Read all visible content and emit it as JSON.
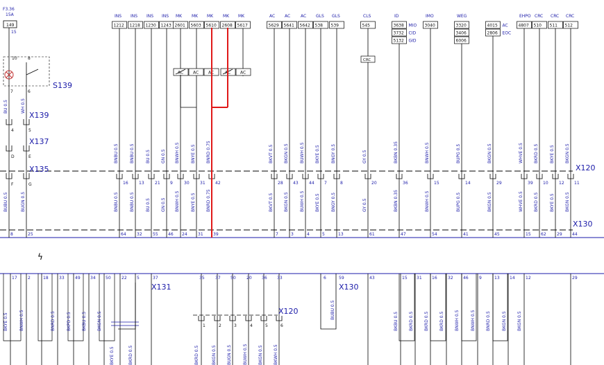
{
  "fuse": {
    "line1": "F3.36",
    "line2": "15A",
    "box": "149",
    "pin": "15"
  },
  "switch": {
    "label": "S139",
    "pins": [
      "10",
      "8",
      "7",
      "6"
    ]
  },
  "left_connectors": [
    {
      "label": "X139",
      "pins": [
        "4",
        "5"
      ]
    },
    {
      "label": "X137",
      "pins": [
        "D",
        "E"
      ]
    },
    {
      "label": "X135",
      "pins": [
        "F",
        "G"
      ]
    }
  ],
  "left_wires": {
    "top": [
      "BU 0.5",
      "WH 0.5"
    ],
    "bottom": [
      "BUBU 0.5",
      "BUGN 0.5"
    ],
    "bottom_pins": [
      "8",
      "25"
    ]
  },
  "signals": [
    {
      "cat": "INS",
      "code": "1212",
      "wire_top": "BNBU 0.5",
      "x120_pin": "16",
      "wire_bot": "BNBU 0.5",
      "x130_pin": "64"
    },
    {
      "cat": "INS",
      "code": "1218",
      "wire_top": "BNBU 0.5",
      "x120_pin": "13",
      "wire_bot": "BNBU 0.5",
      "x130_pin": "32"
    },
    {
      "cat": "INS",
      "code": "1230",
      "wire_top": "BU 0.5",
      "x120_pin": "21",
      "wire_bot": "BU 0.5",
      "x130_pin": "55"
    },
    {
      "cat": "INS",
      "code": "1243",
      "wire_top": "GN 0.5",
      "x120_pin": "9",
      "wire_bot": "GN 0.5",
      "x130_pin": "46"
    },
    {
      "cat": "MK",
      "code": "2601",
      "wire_top": "BNWH 0.5",
      "x120_pin": "30",
      "wire_bot": "BNWH 0.5",
      "x130_pin": "24"
    },
    {
      "cat": "MK",
      "code": "5603",
      "wire_top": "BNYE 0.5",
      "x120_pin": "31",
      "wire_bot": "BNYE 0.5",
      "x130_pin": "31"
    },
    {
      "cat": "MK",
      "code": "5610",
      "wire_top": "BNRD 0.75",
      "x120_pin": "42",
      "wire_bot": "BNRD 0.75",
      "x130_pin": "39"
    },
    {
      "cat": "MK",
      "code": "2608"
    },
    {
      "cat": "MK",
      "code": "5617"
    },
    {
      "cat": "AC",
      "code": "5629",
      "wire_top": "BKVT 0.5",
      "x120_pin": "28",
      "wire_bot": "BKVT 0.5",
      "x130_pin": "7"
    },
    {
      "cat": "AC",
      "code": "5641",
      "wire_top": "BKGN 0.5",
      "x120_pin": "43",
      "wire_bot": "BKGN 0.5",
      "x130_pin": "3"
    },
    {
      "cat": "AC",
      "code": "5642",
      "wire_top": "BUWH 0.5",
      "x120_pin": "44",
      "wire_bot": "BUWH 0.5",
      "x130_pin": "4"
    },
    {
      "cat": "GLS",
      "code": "538",
      "wire_top": "BKYE 0.5",
      "x120_pin": "7",
      "wire_bot": "BKYE 0.5",
      "x130_pin": "5"
    },
    {
      "cat": "GLS",
      "code": "539",
      "wire_top": "BNGY 0.5",
      "x120_pin": "8",
      "wire_bot": "BNGY 0.5",
      "x130_pin": "13"
    },
    {
      "cat": "CLS",
      "code": "545",
      "wire_top": "GY 0.5",
      "x120_pin": "20",
      "wire_bot": "GY 0.5",
      "x130_pin": "61"
    },
    {
      "cat": "ID",
      "codes": [
        "3638",
        "3732",
        "5132"
      ],
      "side": [
        "MIO",
        "CID",
        "GID"
      ],
      "wire_top": "BKBN 0.35",
      "x120_pin": "36",
      "wire_bot": "BKBN 0.35",
      "x130_pin": "47"
    },
    {
      "cat": "IMO",
      "code": "3040",
      "wire_top": "BNWH 0.5",
      "x120_pin": "15",
      "wire_bot": "BNWH 0.5",
      "x130_pin": "54"
    },
    {
      "cat": "WEG",
      "codes": [
        "3320",
        "3406",
        "6006"
      ],
      "wire_top": "BUPG 0.5",
      "x120_pin": "14",
      "wire_bot": "BUPG 0.5",
      "x130_pin": "41"
    },
    {
      "cat": "",
      "codes": [
        "4015",
        "2806"
      ],
      "side": [
        "AC",
        "EOC"
      ],
      "wire_top": "BKGN 0.5",
      "x120_pin": "29",
      "wire_bot": "BKGN 0.5",
      "x130_pin": "45"
    },
    {
      "cat": "EHPO",
      "code": "4807",
      "wire_top": "WHVE 0.5",
      "x120_pin": "39",
      "wire_bot": "WHVE 0.5",
      "x130_pin": "15"
    },
    {
      "cat": "CRC",
      "code": "510",
      "wire_top": "BKRD 0.5",
      "x120_pin": "10",
      "wire_bot": "BKRD 0.5",
      "x130_pin": "62"
    },
    {
      "cat": "CRC",
      "code": "511",
      "wire_top": "BKYE 0.5",
      "x120_pin": "12",
      "wire_bot": "BKYE 0.5",
      "x130_pin": "29"
    },
    {
      "cat": "CRC",
      "code": "512",
      "wire_top": "BKGN 0.5",
      "x120_pin": "11",
      "wire_bot": "BKGN 0.5",
      "x130_pin": "44"
    }
  ],
  "ac_relays": [
    "AC",
    "AC",
    "AC",
    "AC",
    "AC"
  ],
  "crc_box": "CRC",
  "connector_labels": {
    "x120": "X120",
    "x130": "X130",
    "x131": "X131",
    "x130b": "X130",
    "x120b": "X120"
  },
  "lower": {
    "x131_pins": [
      "17",
      "2",
      "18",
      "33",
      "49",
      "34",
      "50",
      "22",
      "5",
      "37"
    ],
    "x131_wires": [
      "BKYE 0.5",
      "BNWH 0.5",
      "BNRD 0.5",
      "BKPD 0.5",
      "BKBU 0.5",
      "BKGN 0.5"
    ],
    "mid_pins": [
      "35",
      "37",
      "50",
      "20",
      "36",
      "33"
    ],
    "x120b_pins": [
      "1",
      "2",
      "3",
      "4",
      "5",
      "6"
    ],
    "mid_wires": [
      "BKRD 0.5",
      "BKGN 0.5",
      "BUGN 0.5",
      "BUWH 0.5",
      "BKGN 0.5",
      "BKWH 0.5"
    ],
    "cross_wires": [
      "BKYE 0.5",
      "BKRD 0.5"
    ],
    "x130b_pins": [
      "6",
      "59",
      "43"
    ],
    "x130b_wire": "BUBU 0.5",
    "right_pins": [
      "15",
      "31",
      "16",
      "32",
      "46",
      "9",
      "13",
      "14",
      "12",
      "29"
    ],
    "right_wires": [
      "BKBU 0.5",
      "BKRD 0.5",
      "BKRD 0.5",
      "BKRD 0.5",
      "BNWH 0.5",
      "BNWH 0.5",
      "BNRD 0.5",
      "BKGN 0.5",
      "BKGN 0.5"
    ]
  }
}
